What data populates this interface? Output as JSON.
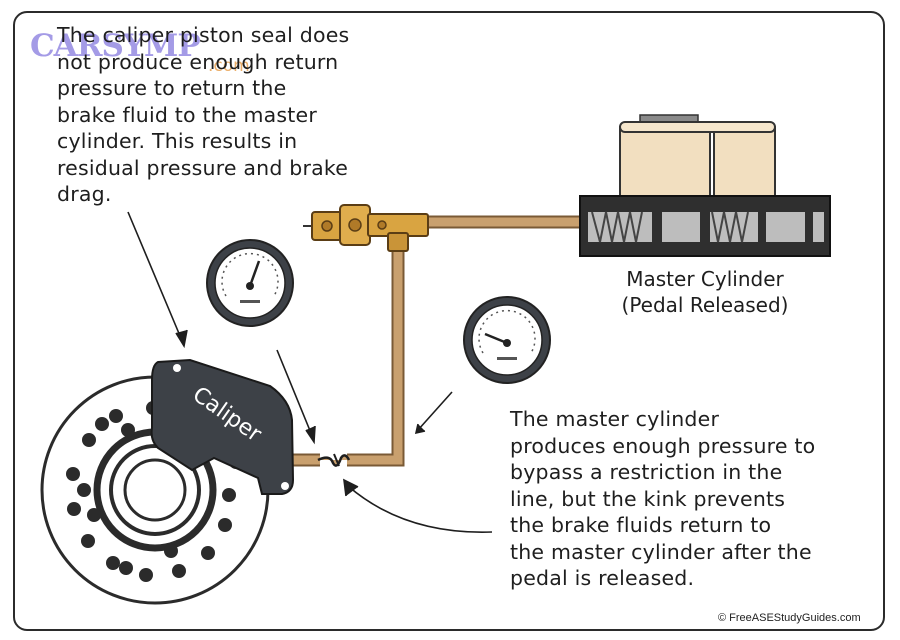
{
  "watermark": {
    "main": "CARSYMP",
    "sub": ".com"
  },
  "note_top": {
    "lines": [
      "The caliper piston seal does",
      "not produce enough return",
      "pressure to return the",
      "brake fluid to the master",
      "cylinder. This results in",
      "residual pressure and brake",
      "drag."
    ]
  },
  "note_bottom": {
    "lines": [
      "The master cylinder",
      "produces enough pressure to",
      "bypass a restriction in the",
      "line, but the kink prevents",
      "the brake fluids return to",
      "the master cylinder after the",
      "pedal is released."
    ]
  },
  "master_cylinder": {
    "line1": "Master Cylinder",
    "line2": "(Pedal Released)"
  },
  "caliper": {
    "label": "Caliper"
  },
  "copyright": "© FreeASEStudyGuides.com",
  "colors": {
    "brake_line": "#c9a06e",
    "caliper": "#3d4147",
    "fluid": "#f2dfc0",
    "brass": "#d9a441"
  }
}
